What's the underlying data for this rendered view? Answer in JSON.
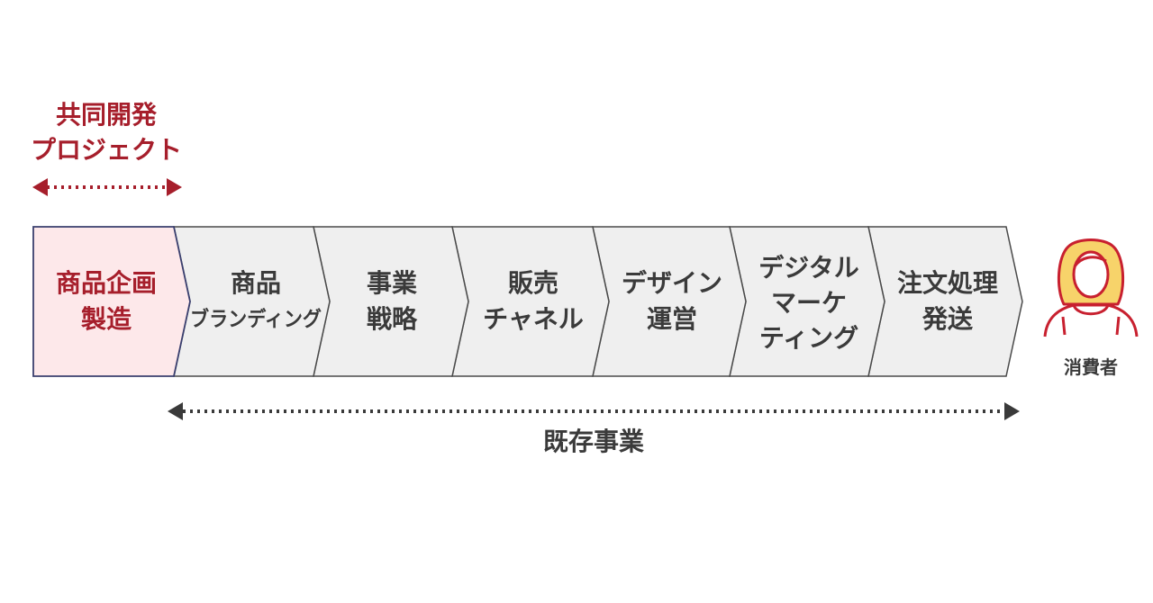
{
  "colors": {
    "accent": "#a61e2b",
    "step_fill": "#efefef",
    "highlight_fill": "#fde8ea",
    "step_stroke": "#4a4a4a",
    "text": "#3a3a3a",
    "arrow_dark": "#3a3a3a"
  },
  "joint_project": {
    "line1": "共同開発",
    "line2": "プロジェクト"
  },
  "steps": [
    {
      "lines": [
        "商品企画",
        "製造"
      ],
      "highlight": true
    },
    {
      "lines": [
        "商品",
        "ブランディング"
      ],
      "highlight": false
    },
    {
      "lines": [
        "事業",
        "戦略"
      ],
      "highlight": false
    },
    {
      "lines": [
        "販売",
        "チャネル"
      ],
      "highlight": false
    },
    {
      "lines": [
        "デザイン",
        "運営"
      ],
      "highlight": false
    },
    {
      "lines": [
        "デジタル",
        "マーケ",
        "ティング"
      ],
      "highlight": false
    },
    {
      "lines": [
        "注文処理",
        "発送"
      ],
      "highlight": false
    }
  ],
  "consumer": {
    "icon": "consumer-icon",
    "label": "消費者"
  },
  "existing_business": {
    "label": "既存事業"
  }
}
